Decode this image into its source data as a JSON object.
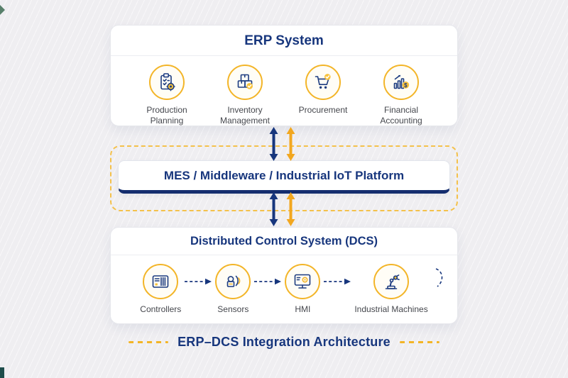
{
  "colors": {
    "navy": "#17367d",
    "navy_dark": "#142d6e",
    "yellow": "#f3b528",
    "arrow_yellow": "#f2a71f",
    "background": "#efeef1",
    "card_background": "#ffffff",
    "label_text": "#45474d"
  },
  "erp": {
    "title": "ERP System",
    "items": [
      {
        "label": "Production Planning",
        "icon": "clipboard-checklist-gear-icon"
      },
      {
        "label": "Inventory Management",
        "icon": "inventory-boxes-check-icon"
      },
      {
        "label": "Procurement",
        "icon": "shopping-cart-check-icon"
      },
      {
        "label": "Financial Accounting",
        "icon": "growth-chart-dollar-icon"
      }
    ]
  },
  "mes": {
    "title": "MES / Middleware / Industrial IoT Platform"
  },
  "dcs": {
    "title": "Distributed Control System (DCS)",
    "items": [
      {
        "label": "Controllers",
        "icon": "plc-controller-icon"
      },
      {
        "label": "Sensors",
        "icon": "sensor-signal-icon"
      },
      {
        "label": "HMI",
        "icon": "hmi-screen-gear-icon"
      },
      {
        "label": "Industrial Machines",
        "icon": "robot-arm-icon"
      }
    ]
  },
  "caption": "ERP–DCS Integration Architecture",
  "icon_glyphs": {
    "dollar": "$"
  }
}
